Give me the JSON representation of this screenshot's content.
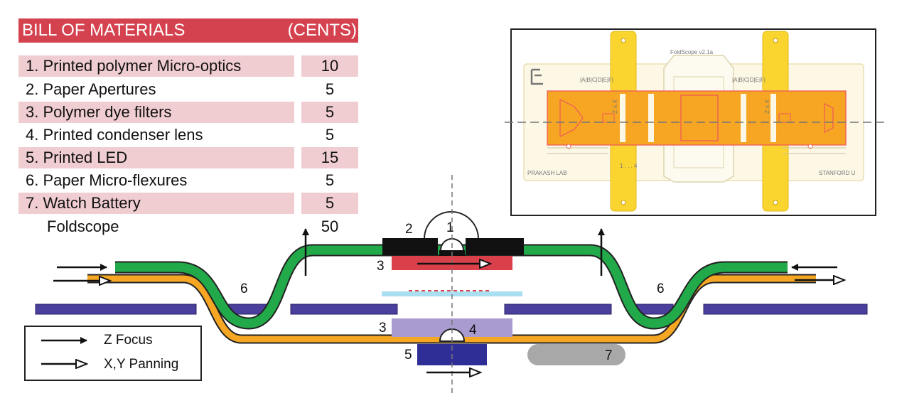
{
  "bom": {
    "title": "BILL OF MATERIALS",
    "unit": "(CENTS)",
    "items": [
      {
        "name": "1. Printed polymer Micro-optics",
        "price": "10"
      },
      {
        "name": "2. Paper Apertures",
        "price": "5"
      },
      {
        "name": "3. Polymer dye filters",
        "price": "5"
      },
      {
        "name": "4. Printed condenser lens",
        "price": "5"
      },
      {
        "name": "5. Printed LED",
        "price": "15"
      },
      {
        "name": "6. Paper Micro-flexures",
        "price": "5"
      },
      {
        "name": "7. Watch Battery",
        "price": "5"
      }
    ],
    "total_name": "Foldscope",
    "total_price": "50"
  },
  "legend": {
    "z_focus": "Z Focus",
    "xy_panning": "X,Y Panning"
  },
  "diagram_labels": {
    "n1": "1",
    "n2": "2",
    "n3_top": "3",
    "n3_bottom": "3",
    "n4": "4",
    "n5": "5",
    "n6_left": "6",
    "n6_right": "6",
    "n7": "7"
  },
  "inset": {
    "version": "FoldScope v2.1a",
    "col_letters_left": "|A|B|C|D|E|F|",
    "col_letters_right": "|A|B|C|D|E|F|",
    "xyz": "X Y Z",
    "range": "1 . . . 4",
    "left_footer": "PRAKASH LAB",
    "right_footer": "STANFORD U",
    "logo": "microscope-logo"
  },
  "colors": {
    "title_red": "#d5424f",
    "row_pink": "#f0cdd0",
    "green_stage": "#22a94a",
    "orange_stage": "#f5a623",
    "purple_base": "#4b3f9e",
    "red_filter": "#d9404a",
    "light_blue": "#a9dff0",
    "lavender": "#a99bd0",
    "led_blue": "#2f2d96",
    "battery_gray": "#a8a8a8",
    "inset_yellow": "#fbd52f",
    "inset_orange": "#f6a623"
  }
}
